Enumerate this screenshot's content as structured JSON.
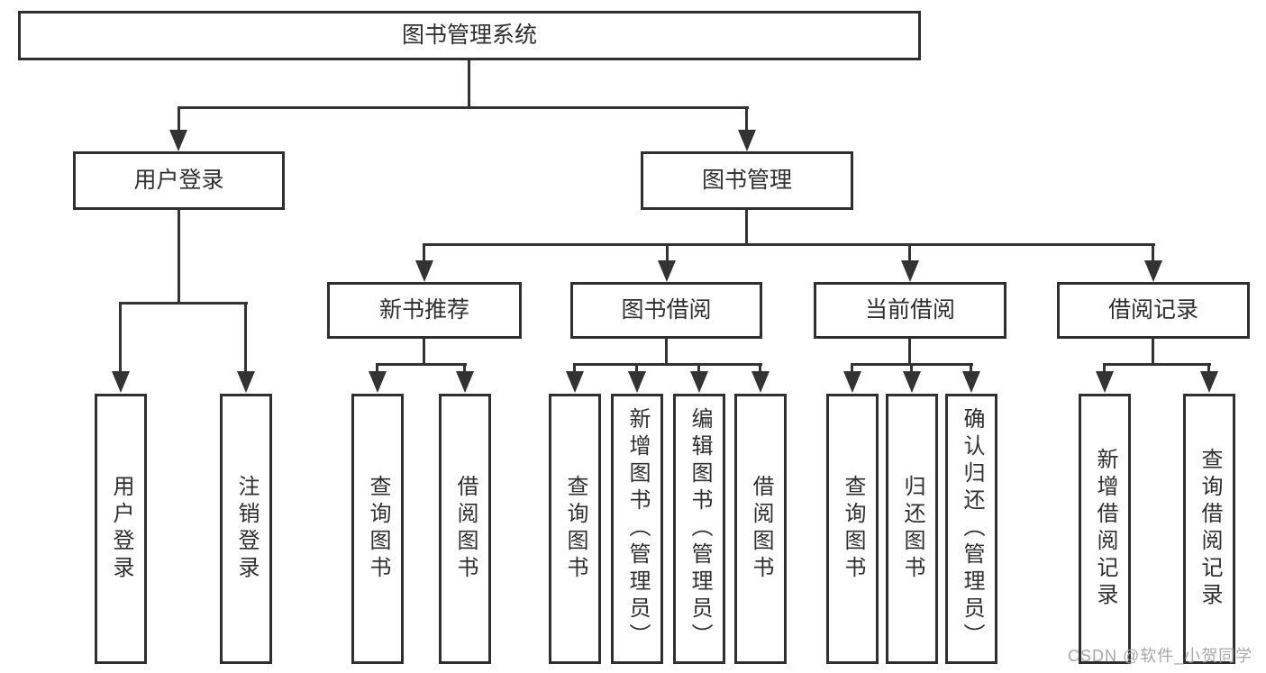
{
  "tree": {
    "root": "图书管理系统",
    "login": {
      "label": "用户登录",
      "children": [
        "用户登录",
        "注销登录"
      ]
    },
    "mgmt": {
      "label": "图书管理",
      "sections": [
        {
          "label": "新书推荐",
          "children": [
            "查询图书",
            "借阅图书"
          ]
        },
        {
          "label": "图书借阅",
          "children": [
            "查询图书",
            "新增图书（管理员）",
            "编辑图书（管理员）",
            "借阅图书"
          ]
        },
        {
          "label": "当前借阅",
          "children": [
            "查询图书",
            "归还图书",
            "确认归还（管理员）"
          ]
        },
        {
          "label": "借阅记录",
          "children": [
            "新增借阅记录",
            "查询借阅记录"
          ]
        }
      ]
    }
  },
  "watermark": "CSDN @软件_小贺同学",
  "colors": {
    "line": "#333333",
    "text": "#2f2f2f",
    "watermark": "#a8a8a8",
    "background": "#ffffff"
  }
}
